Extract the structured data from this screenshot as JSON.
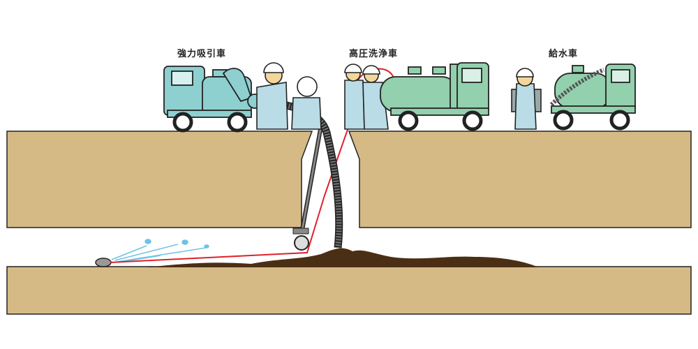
{
  "labels": {
    "suction_truck": "強力吸引車",
    "high_pressure_truck": "高圧洗浄車",
    "water_truck": "給水車"
  },
  "colors": {
    "ground": "#d6ba86",
    "suction_truck": "#8ecfd0",
    "washer_truck": "#93d0ad",
    "worker": "#b9dce6",
    "sludge": "#4b2f14",
    "hose_red": "#e0202a",
    "hose_gray": "#6b6b6b",
    "water": "#6ec3e6"
  }
}
